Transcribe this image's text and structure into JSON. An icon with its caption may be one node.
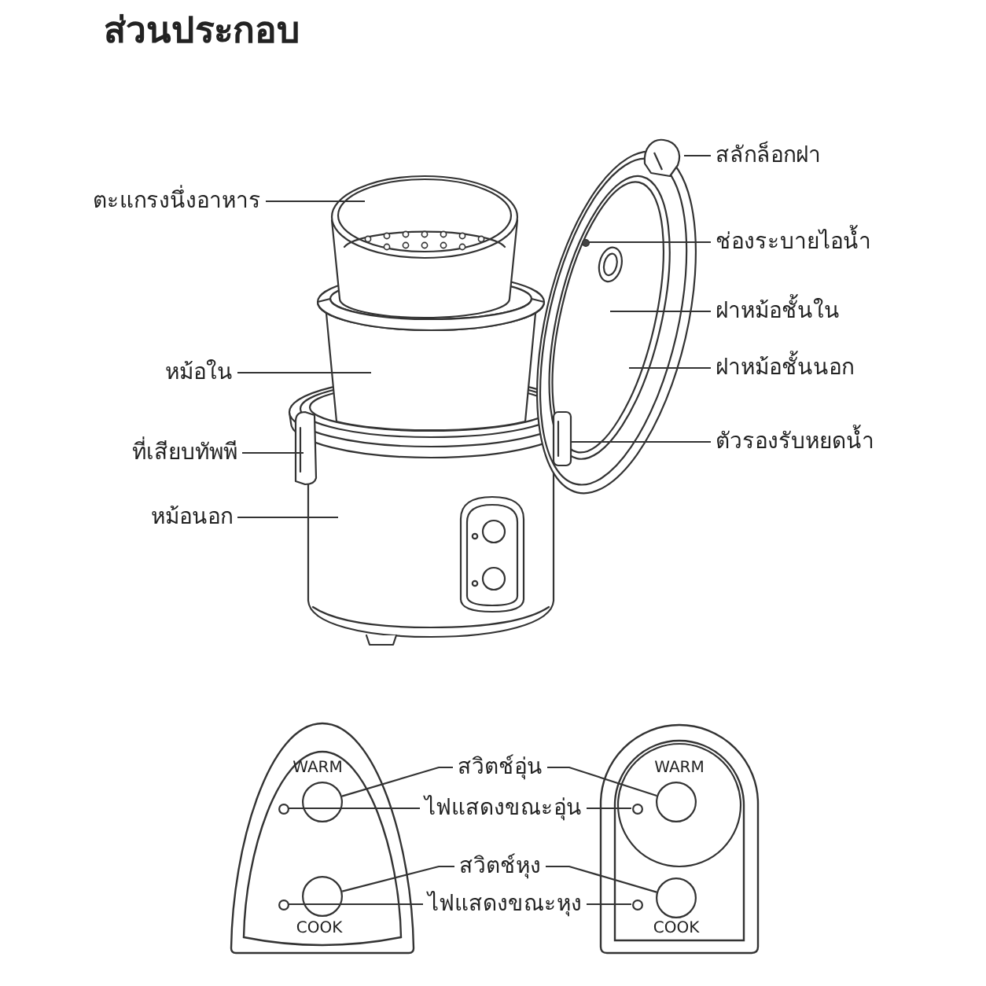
{
  "diagram": {
    "title": "ส่วนประกอบ",
    "nodes": [
      {
        "text": [
          "ตะแกรงนึ่งอาหาร"
        ]
      },
      {
        "text": [
          "หม้อใน"
        ]
      },
      {
        "text": [
          "ที่เสียบทัพพี"
        ]
      },
      {
        "text": [
          "หม้อนอก"
        ]
      },
      {
        "text": [
          "สลักล็อกฝา"
        ]
      },
      {
        "text": [
          "ช่องระบายไอน้ำ"
        ]
      },
      {
        "text": [
          "ฝาหม้อชั้นใน"
        ]
      },
      {
        "text": [
          "ฝาหม้อชั้นนอก"
        ]
      },
      {
        "text": [
          "ตัวรองรับหยดน้ำ"
        ]
      },
      {
        "text": [],
        "shape": "picture"
      },
      {
        "text": [],
        "shape": "circle"
      },
      {
        "text": [
          "WARM",
          "COOK"
        ]
      },
      {
        "text": [],
        "shape": "circle",
        "in": 11
      },
      {
        "text": [],
        "shape": "circle",
        "in": 11
      },
      {
        "text": [],
        "shape": "circle",
        "in": 11
      },
      {
        "text": [],
        "shape": "circle",
        "in": 11
      },
      {
        "text": [
          "สวิตช์อุ่น"
        ]
      },
      {
        "text": [
          "ไฟแสดงขณะอุ่น"
        ]
      },
      {
        "text": [
          "สวิตช์หุง"
        ]
      },
      {
        "text": [
          "ไฟแสดงขณะหุง"
        ]
      },
      {
        "text": [
          "WARM",
          "COOK"
        ]
      },
      {
        "text": [],
        "shape": "circle",
        "in": 20
      },
      {
        "text": [],
        "shape": "circle",
        "in": 20
      },
      {
        "text": [],
        "shape": "circle",
        "in": 20
      },
      {
        "text": [],
        "shape": "circle",
        "in": 20
      }
    ],
    "edges": [
      {
        "from": 0,
        "to": null,
        "arrow": "none"
      },
      {
        "from": 1,
        "to": null,
        "arrow": "none"
      },
      {
        "from": 2,
        "to": null,
        "arrow": "none"
      },
      {
        "from": 3,
        "to": null,
        "arrow": "none"
      },
      {
        "from": 4,
        "to": 9,
        "arrow": "none"
      },
      {
        "from": 5,
        "to": 10,
        "arrow": "none"
      },
      {
        "from": 6,
        "to": null,
        "arrow": "none"
      },
      {
        "from": 7,
        "to": null,
        "arrow": "none"
      },
      {
        "from": 8,
        "to": null,
        "arrow": "none"
      },
      {
        "from": 16,
        "to": 12,
        "arrow": "none"
      },
      {
        "from": 16,
        "to": 21,
        "arrow": "none"
      },
      {
        "from": 17,
        "to": 13,
        "arrow": "none"
      },
      {
        "from": 17,
        "to": 22,
        "arrow": "none"
      },
      {
        "from": 18,
        "to": 14,
        "arrow": "none"
      },
      {
        "from": 18,
        "to": 23,
        "arrow": "none"
      },
      {
        "from": 19,
        "to": 15,
        "arrow": "none"
      },
      {
        "from": 19,
        "to": 24,
        "arrow": "none"
      }
    ]
  }
}
